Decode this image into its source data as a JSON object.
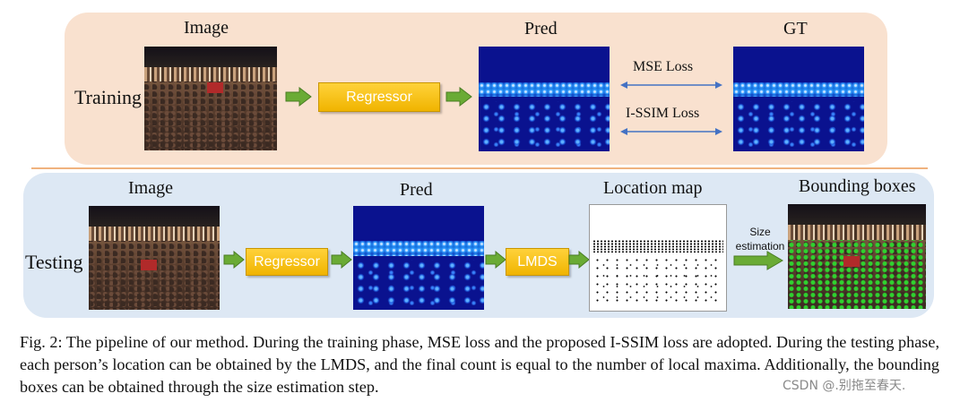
{
  "training": {
    "row_label": "Training",
    "image_label": "Image",
    "regressor_label": "Regressor",
    "pred_label": "Pred",
    "gt_label": "GT",
    "mse_loss": "MSE Loss",
    "issim_loss": "I-SSIM Loss"
  },
  "testing": {
    "row_label": "Testing",
    "image_label": "Image",
    "regressor_label": "Regressor",
    "pred_label": "Pred",
    "lmds_label": "LMDS",
    "location_map_label": "Location map",
    "size_estimation_line1": "Size",
    "size_estimation_line2": "estimation",
    "bounding_boxes_label": "Bounding boxes"
  },
  "caption": "Fig. 2: The pipeline of our method. During the training phase, MSE loss and the proposed I-SSIM loss are adopted. During the testing phase, each person’s location can be obtained by the LMDS, and the final count is equal to the number of local maxima. Additionally, the bounding boxes can be obtained through the size estimation step.",
  "watermark": "CSDN @.别拖至春天.",
  "colors": {
    "training_panel": "#f9e1cf",
    "testing_panel": "#dde8f4",
    "divider": "#f0b27e",
    "module_fill": "#f0b400",
    "flow_arrow": "#5a9a2e",
    "loss_arrow": "#4472c4",
    "density_bg": "#0a128f"
  }
}
